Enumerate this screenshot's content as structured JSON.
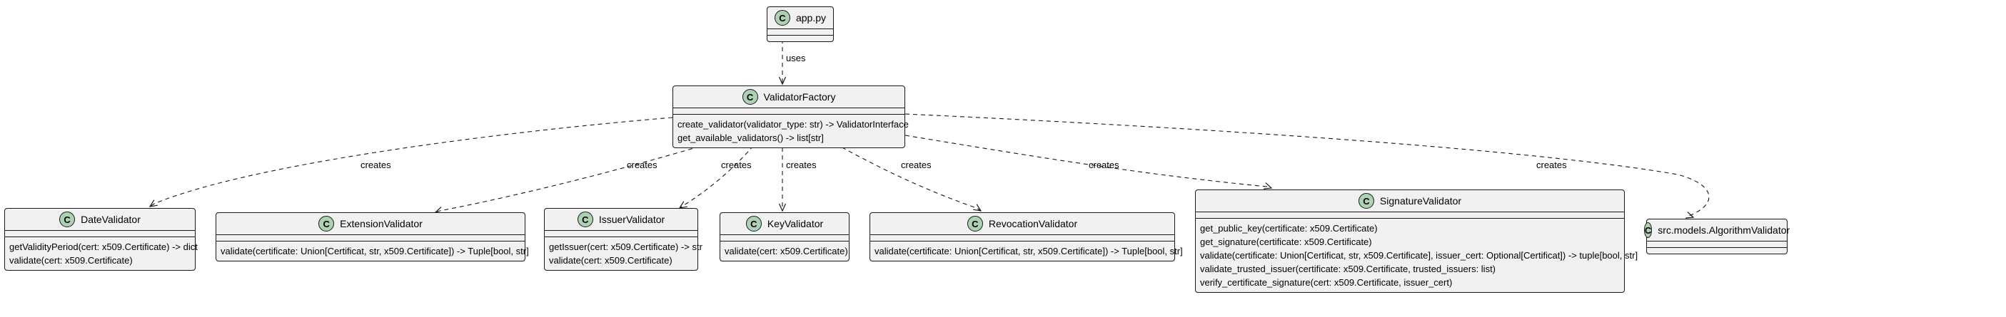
{
  "classes": [
    {
      "id": "app",
      "name": "app.py",
      "stereotype": "C",
      "methods": []
    },
    {
      "id": "factory",
      "name": "ValidatorFactory",
      "stereotype": "C",
      "methods": [
        "create_validator(validator_type: str) -> ValidatorInterface",
        "get_available_validators() -> list[str]"
      ]
    },
    {
      "id": "date",
      "name": "DateValidator",
      "stereotype": "C",
      "methods": [
        "getValidityPeriod(cert: x509.Certificate) -> dict",
        "validate(cert: x509.Certificate)"
      ]
    },
    {
      "id": "ext",
      "name": "ExtensionValidator",
      "stereotype": "C",
      "methods": [
        "validate(certificate: Union[Certificat, str, x509.Certificate]) -> Tuple[bool, str]"
      ]
    },
    {
      "id": "issuer",
      "name": "IssuerValidator",
      "stereotype": "C",
      "methods": [
        "getIssuer(cert: x509.Certificate) -> str",
        "validate(cert: x509.Certificate)"
      ]
    },
    {
      "id": "key",
      "name": "KeyValidator",
      "stereotype": "C",
      "methods": [
        "validate(cert: x509.Certificate)"
      ]
    },
    {
      "id": "rev",
      "name": "RevocationValidator",
      "stereotype": "C",
      "methods": [
        "validate(certificate: Union[Certificat, str, x509.Certificate]) -> Tuple[bool, str]"
      ]
    },
    {
      "id": "sig",
      "name": "SignatureValidator",
      "stereotype": "C",
      "methods": [
        "get_public_key(certificate: x509.Certificate)",
        "get_signature(certificate: x509.Certificate)",
        "validate(certificate: Union[Certificat, str, x509.Certificate], issuer_cert: Optional[Certificat]) -> tuple[bool, str]",
        "validate_trusted_issuer(certificate: x509.Certificate, trusted_issuers: list)",
        "verify_certificate_signature(cert: x509.Certificate, issuer_cert)"
      ]
    },
    {
      "id": "algo",
      "name": "src.models.AlgorithmValidator",
      "stereotype": "C",
      "methods": []
    }
  ],
  "relations": [
    {
      "from": "app",
      "to": "factory",
      "label": "uses"
    },
    {
      "from": "factory",
      "to": "date",
      "label": "creates"
    },
    {
      "from": "factory",
      "to": "ext",
      "label": "creates"
    },
    {
      "from": "factory",
      "to": "issuer",
      "label": "creates"
    },
    {
      "from": "factory",
      "to": "key",
      "label": "creates"
    },
    {
      "from": "factory",
      "to": "rev",
      "label": "creates"
    },
    {
      "from": "factory",
      "to": "sig",
      "label": "creates"
    },
    {
      "from": "factory",
      "to": "algo",
      "label": "creates"
    }
  ]
}
